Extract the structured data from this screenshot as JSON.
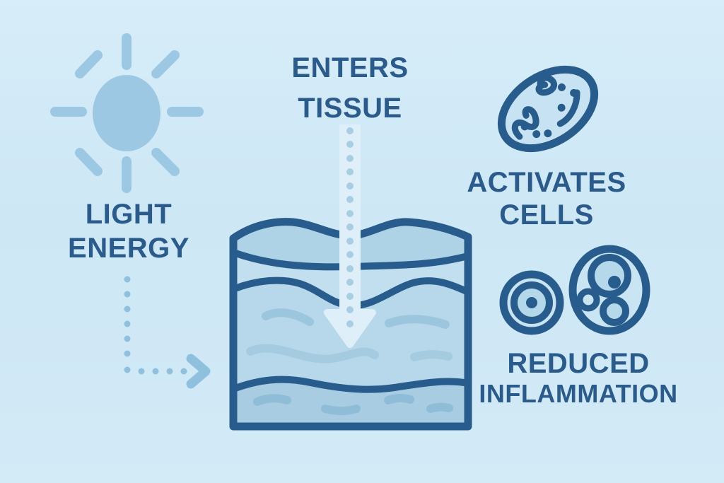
{
  "diagram": {
    "subject": "light-therapy-mechanism",
    "background_color": "#cfe8f6",
    "palette": {
      "dark_outline_blue": "#275c8d",
      "text_blue": "#2b5b8b",
      "sun_blue": "#9cc8e3",
      "dot_blue": "#8fc0de",
      "light_beam": "#deeffa",
      "beam_dot": "#a9cde1",
      "tissue_band_top": "#aed2e6",
      "tissue_band_light": "#c2dfef",
      "tissue_band_base": "#b7d8ea",
      "tissue_band_deep": "#a8cde2",
      "cell_fill_light": "#c8e3f1",
      "cell_fill_medium": "#b4d7e9"
    },
    "steps": [
      {
        "id": "light-energy",
        "line1": "LIGHT",
        "line2": "ENERGY",
        "icon": "sun-icon"
      },
      {
        "id": "enters-tissue",
        "line1": "ENTERS",
        "line2": "TISSUE",
        "icon": "tissue-layers-icon"
      },
      {
        "id": "activates-cells",
        "line1": "ACTIVATES",
        "line2": "CELLS",
        "icon": "mitochondria-icon"
      },
      {
        "id": "reduced-inflammation",
        "line1": "REDUCED",
        "line2": "INFLAMMATION",
        "icon": "cells-icon"
      }
    ]
  }
}
